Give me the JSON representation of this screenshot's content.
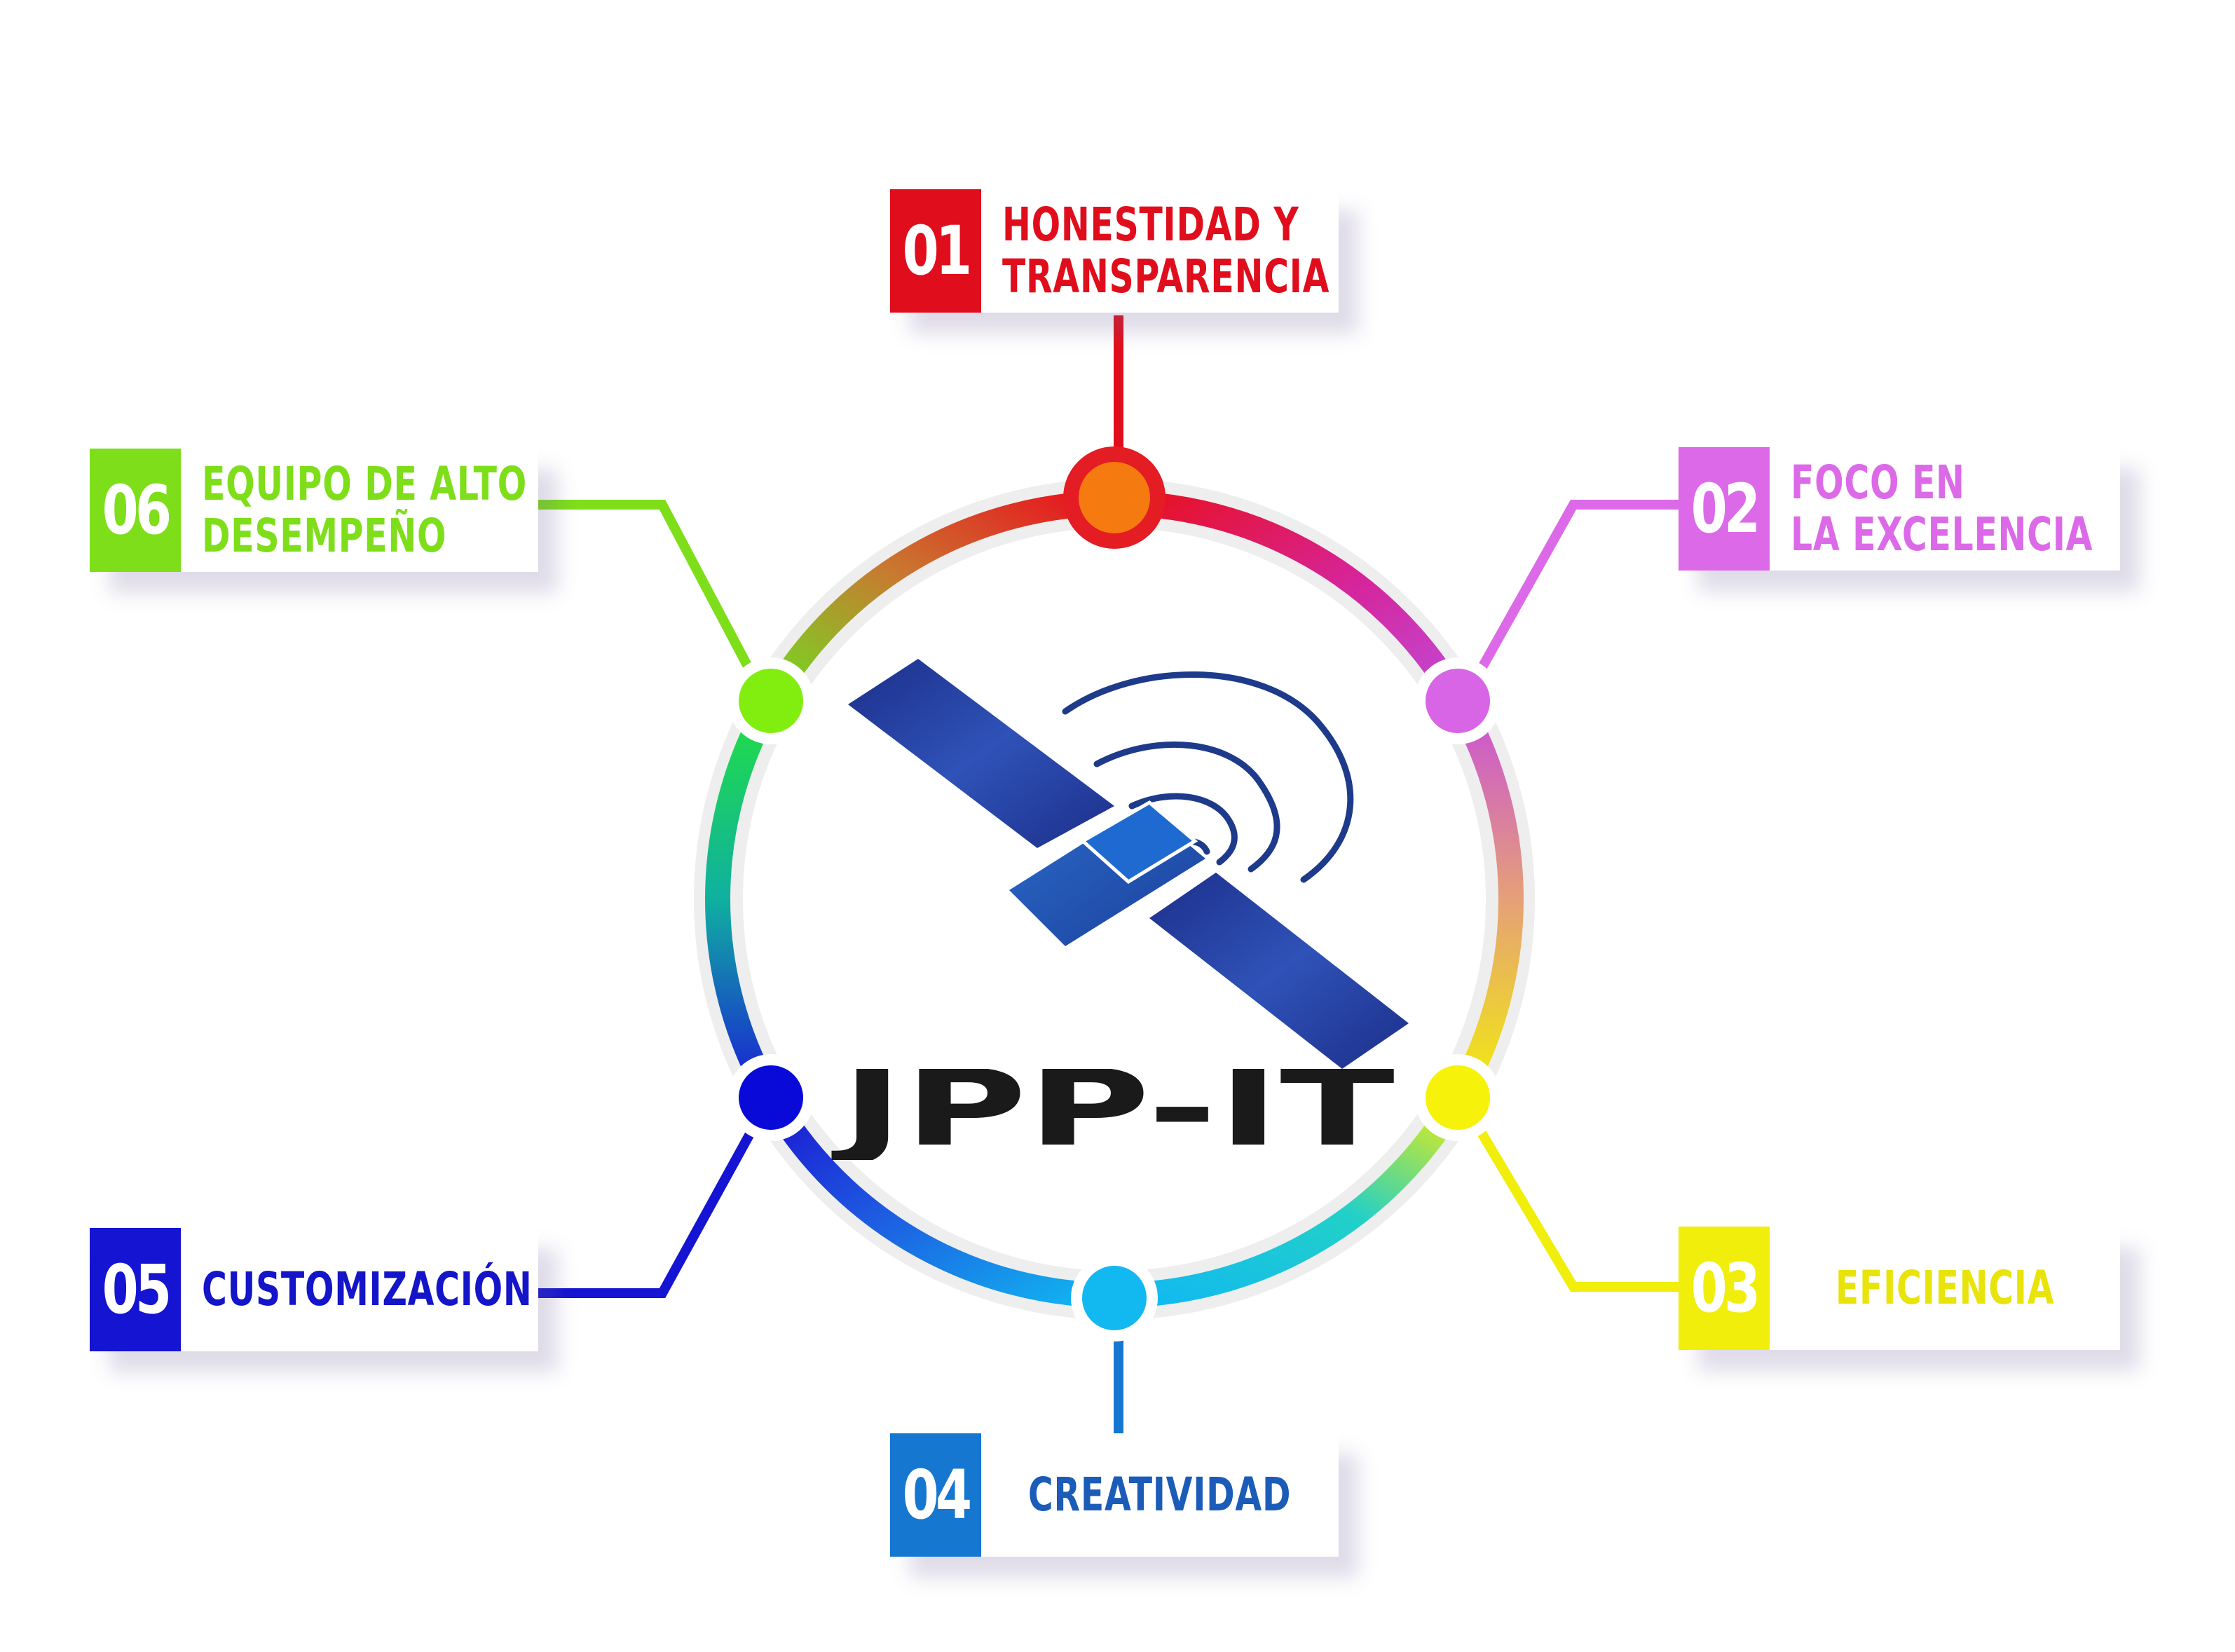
{
  "logo": {
    "text": "JPP-IT",
    "icon": "satellite-icon",
    "color": "#1a1a1a",
    "panel_color": "#233f9c",
    "signal_color": "#1e3a8a"
  },
  "ring": {
    "gradient_colors": [
      "#e8101e",
      "#d6249b",
      "#c04bd8",
      "#e7a070",
      "#f2f20a",
      "#10d0f0",
      "#1a2ed8",
      "#1e26c6",
      "#22e040",
      "#88e010"
    ]
  },
  "items": [
    {
      "number": "01",
      "label_line1": "HONESTIDAD Y",
      "label_line2": "TRANSPARENCIA",
      "color": "#e00e1c",
      "node_color": "#f57a10"
    },
    {
      "number": "02",
      "label_line1": "FOCO EN",
      "label_line2": "LA EXCELENCIA",
      "color": "#dc6ae8",
      "node_color": "#d864e6"
    },
    {
      "number": "03",
      "label_line1": "EFICIENCIA",
      "label_line2": "",
      "color": "#f0ee0a",
      "node_color": "#f6f20a"
    },
    {
      "number": "04",
      "label_line1": "CREATIVIDAD",
      "label_line2": "",
      "color": "#1577d0",
      "node_color": "#12b8f0"
    },
    {
      "number": "05",
      "label_line1": "CUSTOMIZACIÓN",
      "label_line2": "",
      "color": "#1414d2",
      "node_color": "#0a0ad8"
    },
    {
      "number": "06",
      "label_line1": "EQUIPO DE ALTO",
      "label_line2": "DESEMPEÑO",
      "color": "#7ede1a",
      "node_color": "#82ee10"
    }
  ]
}
